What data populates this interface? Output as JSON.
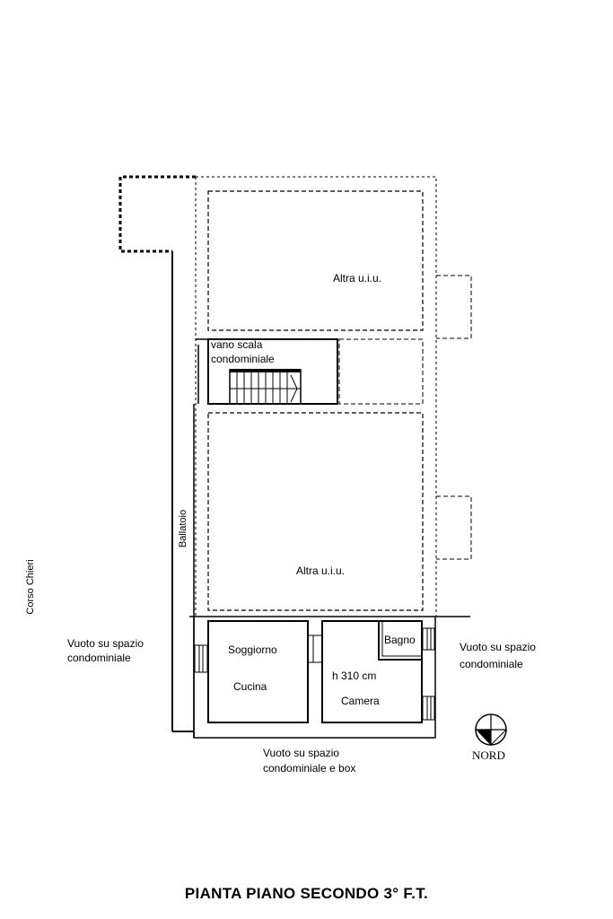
{
  "plan": {
    "title": "PIANTA PIANO SECONDO   3° F.T.",
    "street": "Corso Chieri",
    "gallery": "Ballatoio",
    "units": [
      {
        "label": "Altra u.i.u."
      },
      {
        "label": "Altra u.i.u."
      }
    ],
    "stairwell": {
      "line1": "vano scala",
      "line2": "condominiale"
    },
    "rooms": {
      "living": "Soggiorno",
      "kitchen": "Cucina",
      "bath": "Bagno",
      "height": "h 310 cm",
      "bedroom": "Camera"
    },
    "surroundings": {
      "left": {
        "line1": "Vuoto su spazio",
        "line2": "condominiale"
      },
      "right": {
        "line1": "Vuoto su spazio",
        "line2": "condominiale"
      },
      "bottom": {
        "line1": "Vuoto su spazio",
        "line2": "condominiale e box"
      }
    },
    "compass": {
      "label": "NORD"
    }
  }
}
